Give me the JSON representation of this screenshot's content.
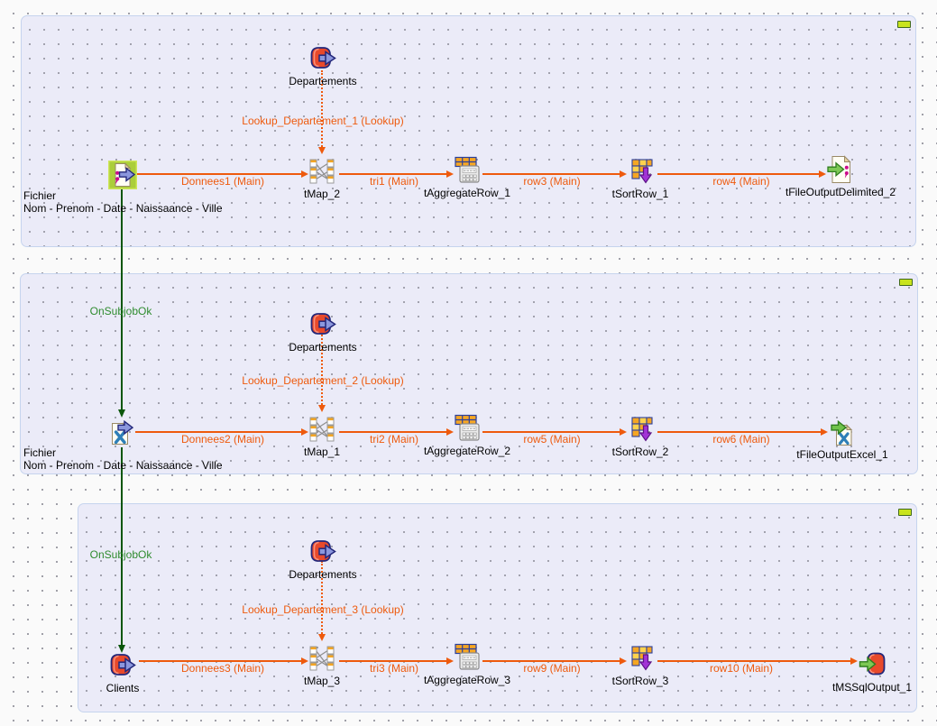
{
  "app": {
    "view": "job-design-workspace"
  },
  "colors": {
    "canvas_bg": "#fafafa",
    "subjob_fill": "#ebebf8",
    "subjob_border": "#c6d4ee",
    "flow_orange": "#ee5a0d",
    "trigger_green_line": "#0a560a",
    "trigger_green_text": "#2e8b2e",
    "collapse_button": "#c9e41e",
    "sort_purple": "#a234d6",
    "semicolon_magenta": "#cc0b8c"
  },
  "icons": {
    "lookup_source": "database-red-arrow-icon",
    "subjob1_input": "file-input-delimited-icon",
    "subjob1_output": "file-output-delimited-icon",
    "subjob2_input": "file-input-excel-icon",
    "subjob2_output": "file-output-excel-icon",
    "subjob3_input": "database-red-arrow-icon",
    "subjob3_output": "mssql-output-icon",
    "map": "tmap-crossing-icon",
    "aggregate": "aggregate-calculator-icon",
    "sort": "sort-bricks-purple-arrow-icon",
    "collapse": "subjob-collapse-toggle"
  },
  "subjobs": [
    {
      "lookup_source_label": "Departements",
      "lookup_link_label": "Lookup_Departement_1 (Lookup)",
      "source_title": "Fichier",
      "source_subtitle": "Nom - Prenom - Date - Naissaance - Ville",
      "map_label": "tMap_2",
      "aggregate_label": "tAggregateRow_1",
      "sort_label": "tSortRow_1",
      "target_label": "tFileOutputDelimited_2",
      "link_main": "Donnees1 (Main)",
      "link_tri": "tri1 (Main)",
      "link_row_a": "row3 (Main)",
      "link_row_b": "row4 (Main)"
    },
    {
      "lookup_source_label": "Departements",
      "lookup_link_label": "Lookup_Departement_2 (Lookup)",
      "source_title": "Fichier",
      "source_subtitle": "Nom - Prenom - Date - Naissaance - Ville",
      "map_label": "tMap_1",
      "aggregate_label": "tAggregateRow_2",
      "sort_label": "tSortRow_2",
      "target_label": "tFileOutputExcel_1",
      "link_main": "Donnees2 (Main)",
      "link_tri": "tri2 (Main)",
      "link_row_a": "row5 (Main)",
      "link_row_b": "row6 (Main)"
    },
    {
      "lookup_source_label": "Departements",
      "lookup_link_label": "Lookup_Departement_3 (Lookup)",
      "source_title": "Clients",
      "map_label": "tMap_3",
      "aggregate_label": "tAggregateRow_3",
      "sort_label": "tSortRow_3",
      "target_label": "tMSSqlOutput_1",
      "link_main": "Donnees3 (Main)",
      "link_tri": "tri3 (Main)",
      "link_row_a": "row9 (Main)",
      "link_row_b": "row10 (Main)"
    }
  ],
  "triggers": [
    {
      "label": "OnSubjobOk"
    },
    {
      "label": "OnSubjobOk"
    }
  ]
}
